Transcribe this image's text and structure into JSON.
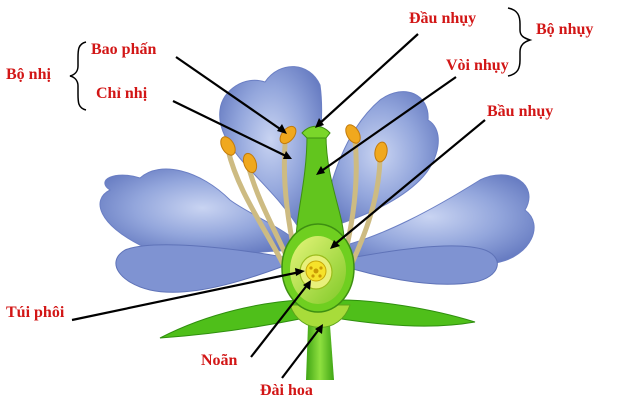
{
  "labels": {
    "bao_phan": "Bao phấn",
    "chi_nhi": "Chỉ nhị",
    "bo_nhi": "Bộ nhị",
    "dau_nhuy": "Đầu nhụy",
    "voi_nhuy": "Vòi nhụy",
    "bo_nhuy": "Bộ nhụy",
    "bau_nhuy": "Bầu nhụy",
    "tui_phoi": "Túi phôi",
    "noan": "Noãn",
    "dai_hoa": "Đài hoa"
  },
  "colors": {
    "label": "#d21616",
    "petal": "#8ea3db",
    "petal_dark": "#5f76bd",
    "stem": "#56c11a",
    "ovary": "#b6e04a",
    "stamen": "#d9c88f",
    "anther": "#f0a81e",
    "arrow": "#000000"
  }
}
